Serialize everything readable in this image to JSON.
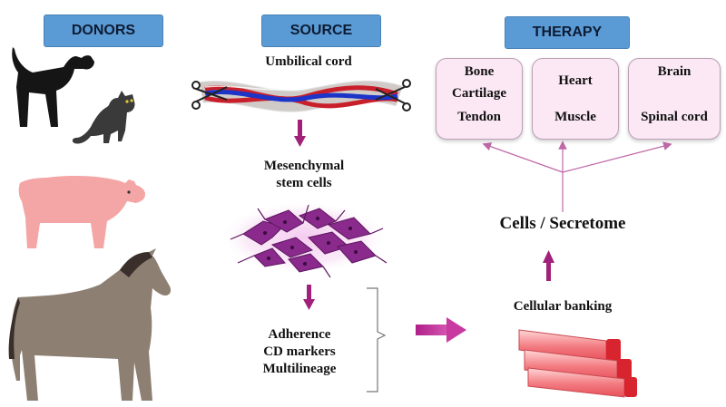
{
  "headers": {
    "donors": "DONORS",
    "source": "SOURCE",
    "therapy": "THERAPY"
  },
  "source": {
    "umbilical_cord": "Umbilical cord",
    "msc_line1": "Mesenchymal",
    "msc_line2": "stem cells",
    "criteria": [
      "Adherence",
      "CD markers",
      "Multilineage"
    ]
  },
  "therapy_targets": [
    {
      "lines": [
        "Bone",
        "Cartilage",
        "Tendon"
      ]
    },
    {
      "lines": [
        "Heart",
        "Muscle"
      ]
    },
    {
      "lines": [
        "Brain",
        "Spinal cord"
      ]
    }
  ],
  "cells_secretome": "Cells / Secretome",
  "cellular_banking": "Cellular banking",
  "donor_animals": [
    "dog-icon",
    "cat-icon",
    "pig-icon",
    "horse-icon"
  ],
  "colors": {
    "header_blue": "#5b9bd5",
    "arrow_magenta": "#a0207a",
    "therapy_box_fill": "#fbe8f4",
    "cell_purple": "#8a2a8c",
    "flask_red": "#e0303a"
  }
}
